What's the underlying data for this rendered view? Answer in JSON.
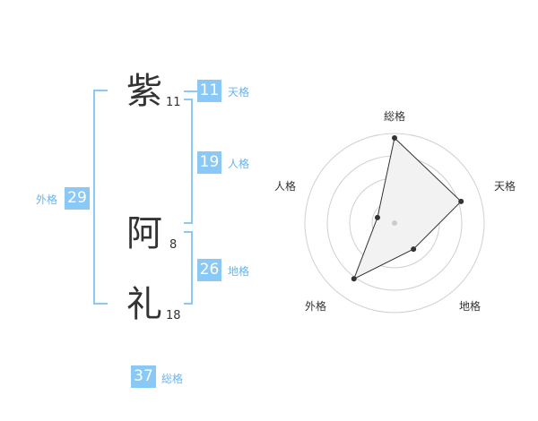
{
  "chars": [
    {
      "char": "紫",
      "strokes": "11"
    },
    {
      "char": "阿",
      "strokes": "8"
    },
    {
      "char": "礼",
      "strokes": "18"
    }
  ],
  "kaku": {
    "tenkaku": {
      "label": "天格",
      "value": "11"
    },
    "jinkaku": {
      "label": "人格",
      "value": "19"
    },
    "chikaku": {
      "label": "地格",
      "value": "26"
    },
    "gaikaku": {
      "label": "外格",
      "value": "29"
    },
    "soukaku": {
      "label": "総格",
      "value": "37"
    }
  },
  "colors": {
    "accent": "#8ac9f5",
    "label": "#6ab4ec",
    "text": "#333333"
  },
  "chart_data": {
    "type": "radar",
    "axes": [
      "総格",
      "天格",
      "地格",
      "外格",
      "人格"
    ],
    "values": [
      0.95,
      0.78,
      0.36,
      0.77,
      0.2
    ],
    "rings": 4
  }
}
